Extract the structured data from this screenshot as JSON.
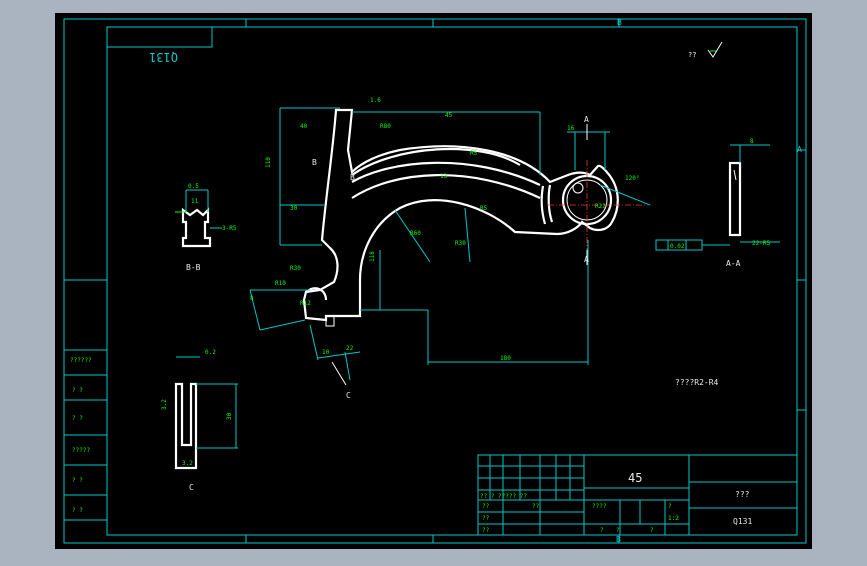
{
  "drawing": {
    "part_no_mirrored": "Q131",
    "roughness_symbol_label": "??",
    "material": "45",
    "title_name": "???",
    "drawing_no": "Q131",
    "scale": "1:2",
    "note": "????R2-R4",
    "zone_label_top": "B",
    "zone_label_bottom": "B",
    "zone_label_right": "A"
  },
  "views": {
    "section_bb": "B-B",
    "section_aa": "A-A",
    "view_c": "C",
    "callout_a_top": "A",
    "callout_a_bottom": "A",
    "callout_b_upper": "B",
    "callout_b_lower": "B",
    "callout_c": "C"
  },
  "dims": {
    "d180": "180",
    "d110": "110",
    "d118": "118",
    "d45": "45",
    "d30": "30",
    "d16": "16",
    "d8": "8",
    "d10": "10",
    "d22": "22",
    "d_bb_top": "0.5",
    "d_bb_mid": "11",
    "d_bb_side": "3-R5",
    "d_aa_bottom": "22-R5",
    "d_c_top": "0.2",
    "d_c_ra": "3.2",
    "d_c_side": "30"
  },
  "left_panel": {
    "row1": "??????",
    "row2": "? ?",
    "row3": "? ?",
    "row4": "?????",
    "row5": "? ?",
    "row6": "? ?"
  },
  "title_block": {
    "mark_row": "?? ? ????? ??",
    "stage_label": "????",
    "design": "??",
    "standard": "??",
    "review": "??",
    "craft": "??",
    "sheet_total": "?",
    "sheet_no": "?",
    "weight": "?",
    "ratio_label": "?"
  }
}
